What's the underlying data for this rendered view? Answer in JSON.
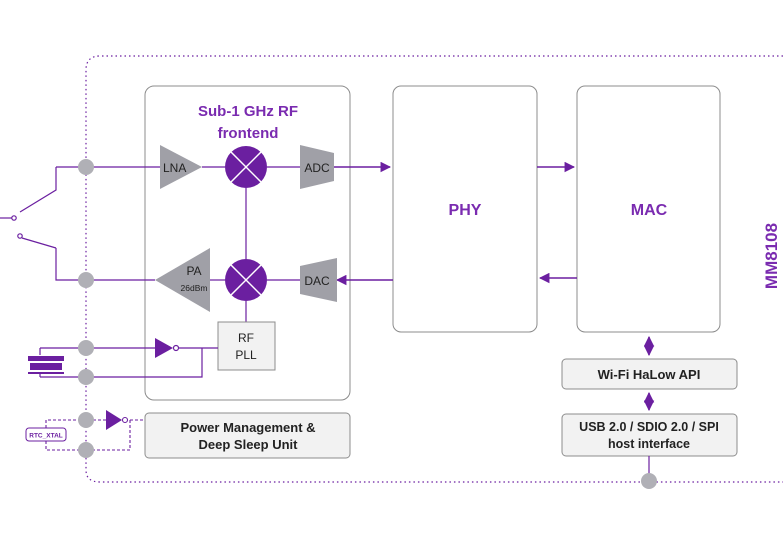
{
  "colors": {
    "purple": "#6b1fa0",
    "purple_text": "#7a2bb0",
    "grey_fill": "#f2f2f2",
    "grey_stroke": "#8c8c8c",
    "block_fill": "#a0a0a7",
    "dot": "#b0b0b6"
  },
  "rf_frontend": {
    "title_line1": "Sub-1 GHz RF",
    "title_line2": "frontend",
    "lna": "LNA",
    "adc": "ADC",
    "dac": "DAC",
    "pa": "PA",
    "pa_power": "26dBm",
    "pll_line1": "RF",
    "pll_line2": "PLL"
  },
  "phy": "PHY",
  "mac": "MAC",
  "chip_name": "MM8108",
  "api_box": "Wi-Fi HaLow API",
  "host_line1": "USB 2.0 / SDIO 2.0 / SPI",
  "host_line2": "host interface",
  "power_line1": "Power Management &",
  "power_line2": "Deep Sleep Unit",
  "rtc_label": "RTC_XTAL"
}
